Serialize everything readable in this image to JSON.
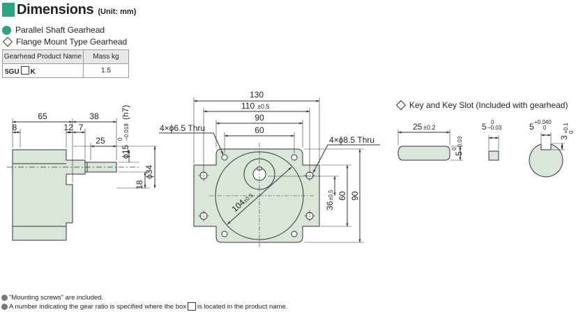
{
  "header": {
    "title": "Dimensions",
    "unit": "(Unit: mm)"
  },
  "subtitle_parallel": "Parallel Shaft Gearhead",
  "subtitle_flange": "Flange Mount Type Gearhead",
  "table": {
    "headers": [
      "Gearhead Product Name",
      "Mass kg"
    ],
    "product_prefix": "5GU",
    "product_suffix": "K",
    "mass": "1.5"
  },
  "side_view": {
    "dim_65": "65",
    "dim_38": "38",
    "dim_8": "8",
    "dim_12": "12",
    "dim_7": "7",
    "dim_25": "25",
    "shaft_dia": "ϕ15",
    "shaft_tol_upper": "0",
    "shaft_tol_lower": "−0.018",
    "shaft_fit": "(h7)",
    "dim_18": "18",
    "dim_phi34": "ϕ34"
  },
  "front_view": {
    "dim_130": "130",
    "dim_110": "110",
    "dim_110_tol": "±0.5",
    "dim_90_top": "90",
    "dim_60_top": "60",
    "hole_small": "4×ϕ6.5 Thru",
    "hole_large": "4×ϕ8.5 Thru",
    "pcd": "104",
    "pcd_tol": "±0.5",
    "dim_36": "36",
    "dim_36_tol": "±0.5",
    "dim_60_right": "60",
    "dim_90_right": "90"
  },
  "key": {
    "title": "Key and Key Slot (Included with gearhead)",
    "length": "25",
    "length_tol": "±0.2",
    "height": "5",
    "height_tol_upper": "0",
    "height_tol_lower": "−0.03",
    "width": "5",
    "width_tol_upper": "0",
    "width_tol_lower": "−0.03",
    "slot_width": "5",
    "slot_tol_upper": "+0.040",
    "slot_tol_lower": "0",
    "slot_depth": "3",
    "slot_depth_tol_upper": "+0.1",
    "slot_depth_tol_lower": "0"
  },
  "notes": [
    "\"Mounting screws\" are included.",
    "A number indicating the gear ratio is specified where the box",
    "is located in the product name."
  ],
  "colors": {
    "accent": "#2aa581",
    "body_fill": "#d9e7d9",
    "outline": "#333333"
  }
}
